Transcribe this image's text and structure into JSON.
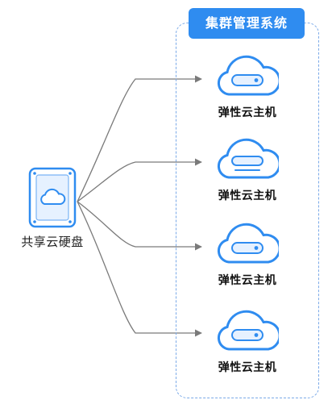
{
  "cluster": {
    "title": "集群管理系统"
  },
  "shared_disk": {
    "label": "共享云硬盘",
    "icon": "cloud-disk-icon"
  },
  "servers": [
    {
      "label": "弹性云主机",
      "icon": "cloud-server-icon"
    },
    {
      "label": "弹性云主机",
      "icon": "cloud-server-icon"
    },
    {
      "label": "弹性云主机",
      "icon": "cloud-server-icon"
    },
    {
      "label": "弹性云主机",
      "icon": "cloud-server-icon"
    }
  ],
  "colors": {
    "accent": "#2f8cf0",
    "dashed_border": "#7aa9e8",
    "connector": "#7a7a7a"
  }
}
